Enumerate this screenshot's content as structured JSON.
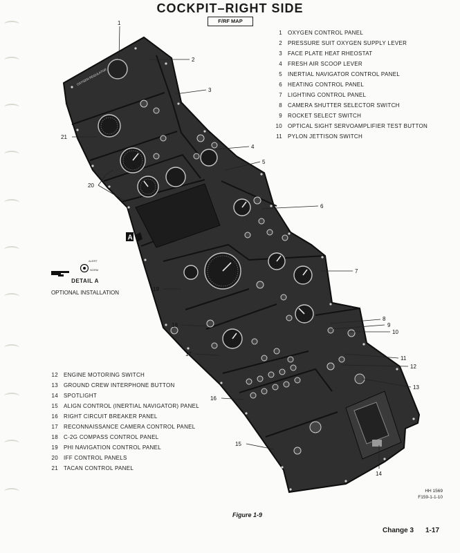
{
  "header": {
    "title": "COCKPIT–RIGHT SIDE",
    "subtitle": "F/RF MAP"
  },
  "legend_right": [
    {
      "num": "1",
      "label": "OXYGEN CONTROL PANEL"
    },
    {
      "num": "2",
      "label": "PRESSURE SUIT OXYGEN SUPPLY LEVER"
    },
    {
      "num": "3",
      "label": "FACE PLATE HEAT RHEOSTAT"
    },
    {
      "num": "4",
      "label": "FRESH AIR SCOOP LEVER"
    },
    {
      "num": "5",
      "label": "INERTIAL NAVIGATOR CONTROL PANEL"
    },
    {
      "num": "6",
      "label": "HEATING CONTROL PANEL"
    },
    {
      "num": "7",
      "label": "LIGHTING CONTROL PANEL"
    },
    {
      "num": "8",
      "label": "CAMERA SHUTTER SELECTOR SWITCH"
    },
    {
      "num": "9",
      "label": "ROCKET SELECT SWITCH"
    },
    {
      "num": "10",
      "label": "OPTICAL SIGHT SERVOAMPLIFIER TEST BUTTON"
    },
    {
      "num": "11",
      "label": "PYLON JETTISON SWITCH"
    }
  ],
  "legend_left": [
    {
      "num": "12",
      "label": "ENGINE MOTORING SWITCH"
    },
    {
      "num": "13",
      "label": "GROUND CREW INTERPHONE BUTTON"
    },
    {
      "num": "14",
      "label": "SPOTLIGHT"
    },
    {
      "num": "15",
      "label": "ALIGN CONTROL (INERTIAL NAVIGATOR) PANEL"
    },
    {
      "num": "16",
      "label": "RIGHT CIRCUIT BREAKER PANEL"
    },
    {
      "num": "17",
      "label": "RECONNAISSANCE CAMERA CONTROL PANEL"
    },
    {
      "num": "18",
      "label": "C-2G COMPASS CONTROL PANEL"
    },
    {
      "num": "19",
      "label": "PHI NAVIGATION CONTROL PANEL"
    },
    {
      "num": "20",
      "label": "IFF CONTROL PANELS"
    },
    {
      "num": "21",
      "label": "TACAN CONTROL PANEL"
    }
  ],
  "callouts": {
    "n1": "1",
    "n2": "2",
    "n3": "3",
    "n4": "4",
    "n5": "5",
    "n6": "6",
    "n7": "7",
    "n8": "8",
    "n9": "9",
    "n10": "10",
    "n11": "11",
    "n12": "12",
    "n13": "13",
    "n14": "14",
    "n15": "15",
    "n16": "16",
    "n17": "17",
    "n18": "18",
    "n19": "19",
    "n20": "20",
    "n21": "21"
  },
  "detail": {
    "marker": "A",
    "title": "DETAIL A",
    "caption": "OPTIONAL INSTALLATION",
    "knob_top": "ALERT",
    "knob_bottom": "NORM"
  },
  "panel_text": {
    "oxygen_regulator": "OXYGEN REGULATOR"
  },
  "footer": {
    "figure": "Figure 1-9",
    "change": "Change 3",
    "page": "1-17",
    "ref1": "HH 1569",
    "ref2": "F159-1-1-10"
  }
}
